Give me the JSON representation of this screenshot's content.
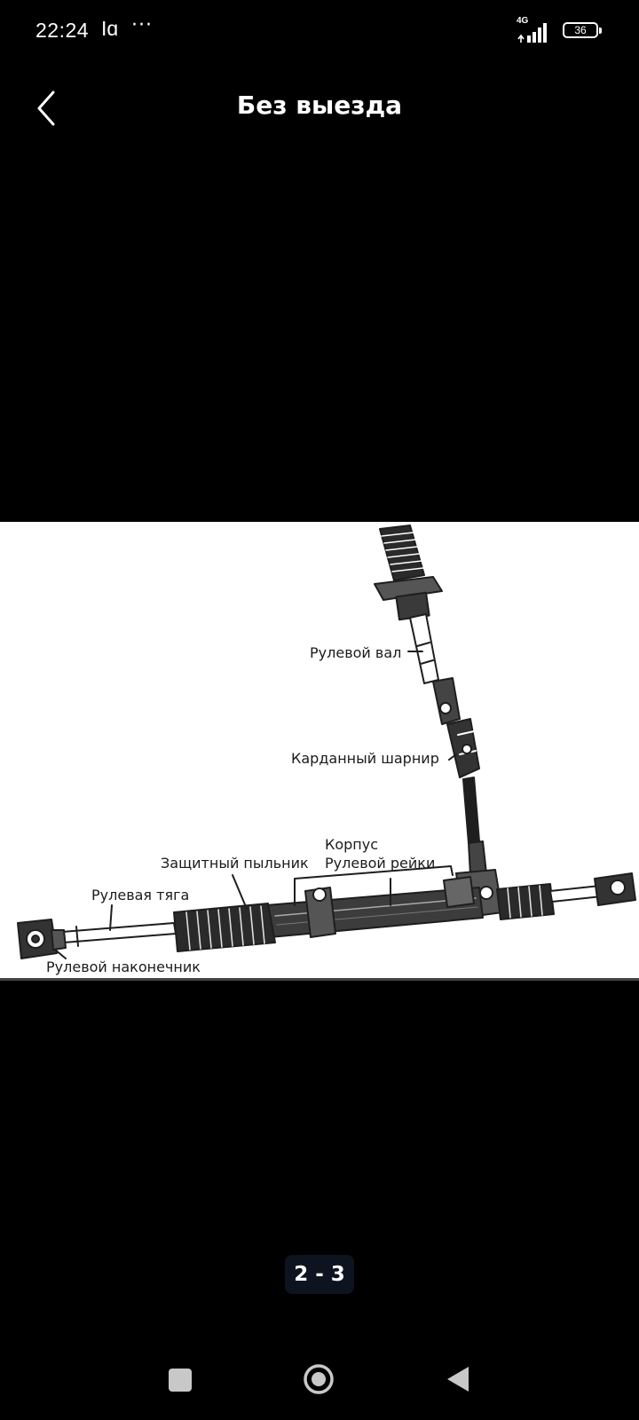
{
  "status_bar": {
    "time": "22:24",
    "app_glyph": "Iɑ",
    "more": "···",
    "network": "4G",
    "battery": "36"
  },
  "header": {
    "title": "Без выезда",
    "back_icon": "chevron-left-icon"
  },
  "diagram": {
    "labels": {
      "steering_shaft": "Рулевой вал",
      "cardan_joint": "Карданный шарнир",
      "housing_line1": "Корпус",
      "housing_line2": "Рулевой рейки",
      "protective_boot": "Защитный пыльник",
      "tie_rod": "Рулевая тяга",
      "tie_rod_end": "Рулевой наконечник"
    }
  },
  "viewer": {
    "counter": "2 - 3"
  },
  "nav": {
    "recents_icon": "square-icon",
    "home_icon": "circle-icon",
    "back_icon": "triangle-back-icon"
  },
  "colors": {
    "background": "#000000",
    "counter_bg": "#0e1320",
    "diagram_bg": "#ffffff"
  }
}
